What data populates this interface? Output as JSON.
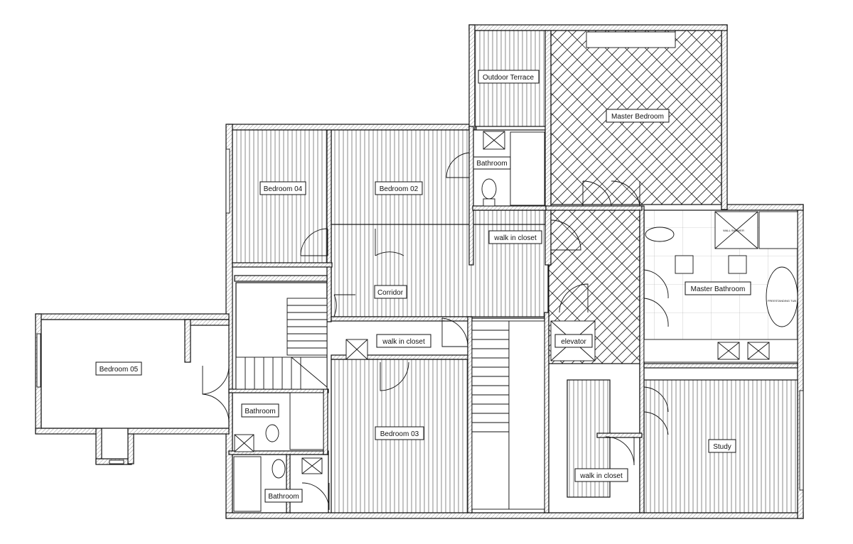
{
  "rooms": {
    "outdoor_terrace": "Outdoor Terrace",
    "master_bedroom": "Master Bedroom",
    "bedroom_04": "Bedroom 04",
    "bedroom_02": "Bedroom 02",
    "bathroom_top": "Bathroom",
    "walk_in_closet_top": "walk in closet",
    "corridor": "Corridor",
    "master_bathroom": "Master Bathroom",
    "bedroom_05": "Bedroom 05",
    "walk_in_closet_mid": "walk in closet",
    "elevator": "elevator",
    "bathroom_left": "Bathroom",
    "bedroom_03": "Bedroom 03",
    "bathroom_bottom": "Bathroom",
    "walk_in_closet_right": "walk in closet",
    "study": "Study"
  },
  "fixtures": {
    "wall_shower": "WALL SHOWER",
    "freestanding_tub": "FREESTANDING TUB"
  }
}
